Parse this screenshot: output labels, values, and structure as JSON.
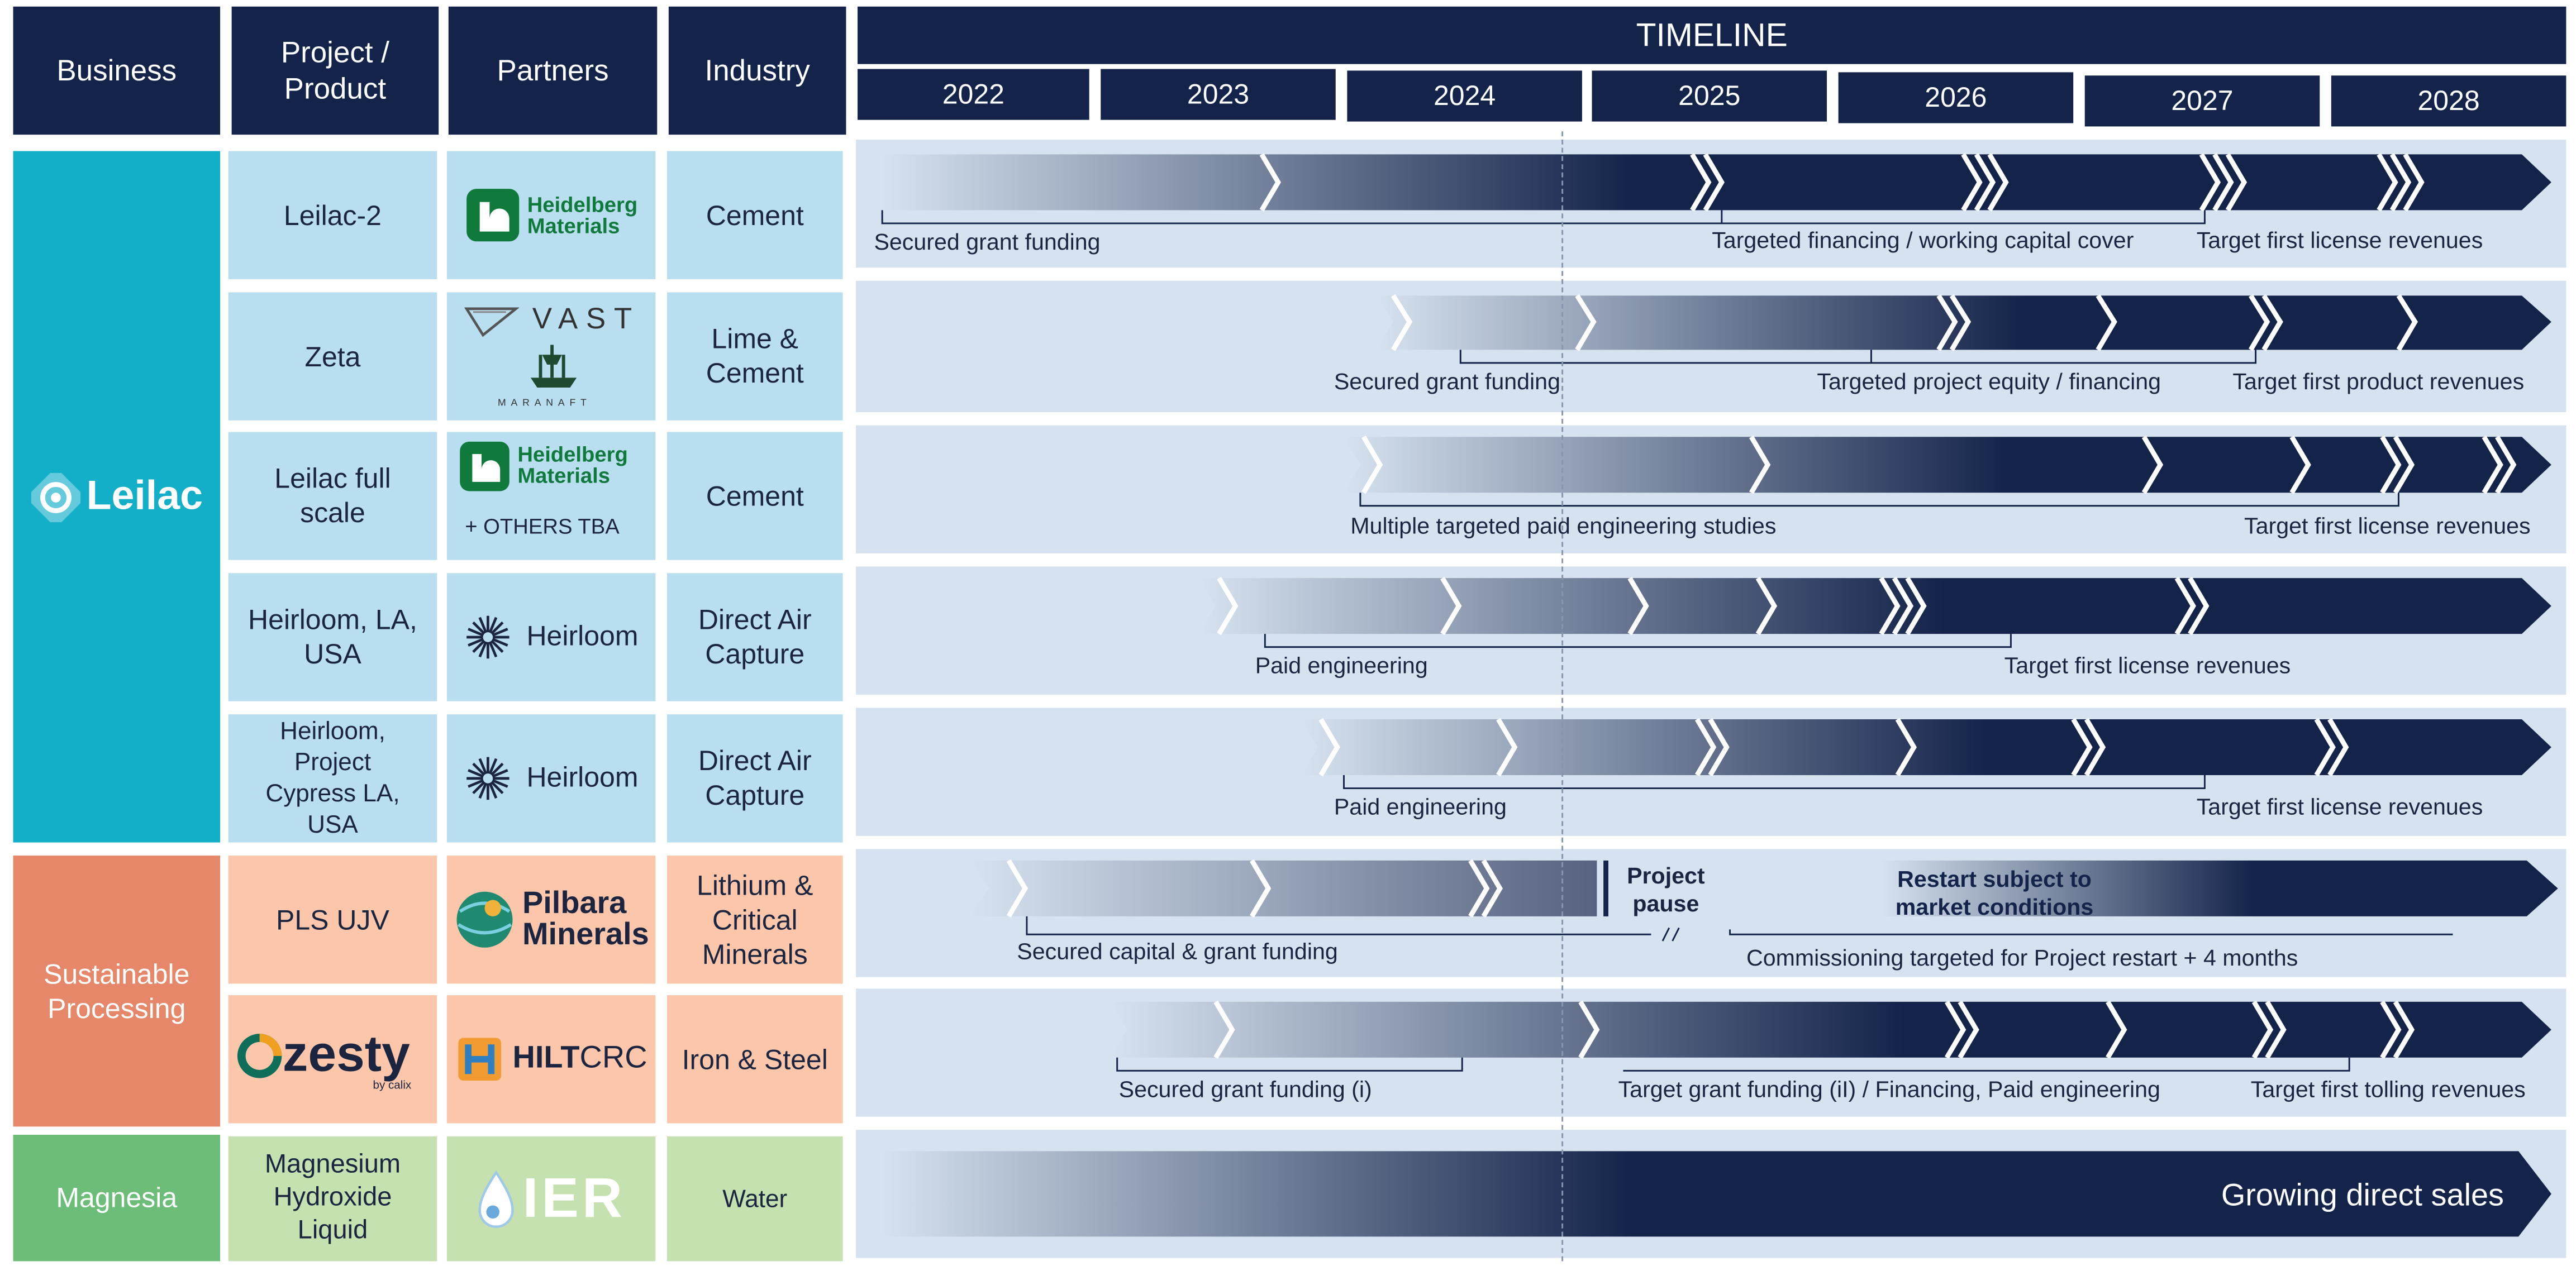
{
  "headers": {
    "business": "Business",
    "project": "Project / Product",
    "partners": "Partners",
    "industry": "Industry",
    "timeline": "TIMELINE"
  },
  "years": [
    "2022",
    "2023",
    "2024",
    "2025",
    "2026",
    "2027",
    "2028"
  ],
  "businesses": {
    "leilac": "Leilac",
    "sustainable": "Sustainable Processing",
    "magnesia": "Magnesia"
  },
  "rows": [
    {
      "project": "Leilac-2",
      "partner": {
        "name_line1": "Heidelberg",
        "name_line2": "Materials",
        "icon": "heidelberg-logo"
      },
      "industry": "Cement",
      "milestones": [
        "Secured grant funding",
        "Targeted financing / working capital cover",
        "Target first license revenues"
      ]
    },
    {
      "project": "Zeta",
      "partner": {
        "name_line1": "VAST",
        "name_line2": "MARANAFT",
        "icon": "vast-logo"
      },
      "industry": "Lime & Cement",
      "milestones": [
        "Secured grant funding",
        "Targeted project equity / financing",
        "Target first product revenues"
      ]
    },
    {
      "project": "Leilac full scale",
      "partner": {
        "name_line1": "Heidelberg",
        "name_line2": "Materials",
        "extra": "+ OTHERS TBA",
        "icon": "heidelberg-logo"
      },
      "industry": "Cement",
      "milestones": [
        "Multiple targeted paid engineering studies",
        "Target first license revenues"
      ]
    },
    {
      "project": "Heirloom, LA, USA",
      "partner": {
        "name_line1": "Heirloom",
        "icon": "heirloom-starburst-icon"
      },
      "industry": "Direct Air Capture",
      "milestones": [
        "Paid engineering",
        "Target first license revenues"
      ]
    },
    {
      "project": "Heirloom, Project Cypress LA, USA",
      "partner": {
        "name_line1": "Heirloom",
        "icon": "heirloom-starburst-icon"
      },
      "industry": "Direct Air Capture",
      "milestones": [
        "Paid engineering",
        "Target first license revenues"
      ]
    },
    {
      "project": "PLS UJV",
      "partner": {
        "name_line1": "Pilbara",
        "name_line2": "Minerals",
        "icon": "pilbara-globe-logo"
      },
      "industry": "Lithium & Critical Minerals",
      "milestones": [
        "Secured capital & grant funding",
        "Commissioning targeted for Project restart + 4 months"
      ],
      "pause_label": "Project pause",
      "restart_label": "Restart subject to market conditions"
    },
    {
      "project_logo": {
        "name": "zesty",
        "sub": "by calix"
      },
      "partner": {
        "name_line1": "HILT",
        "name_line2": "CRC",
        "icon": "hilt-crc-logo"
      },
      "industry": "Iron & Steel",
      "milestones": [
        "Secured grant funding (i)",
        "Target grant funding (iI) / Financing, Paid engineering",
        "Target first tolling revenues"
      ]
    },
    {
      "project": "Magnesium Hydroxide Liquid",
      "partner": {
        "name_line1": "IER",
        "icon": "ier-water-drop-logo"
      },
      "industry": "Water",
      "bar_label": "Growing direct sales"
    }
  ],
  "colors": {
    "navy": "#14234a",
    "teal": "#13aec8",
    "salmon": "#e6876a",
    "green": "#6bbd78",
    "light_blue": "#b9def0",
    "light_salmon": "#fbc6a9",
    "light_green": "#c6e1b0",
    "lane": "#d6e2ef"
  }
}
